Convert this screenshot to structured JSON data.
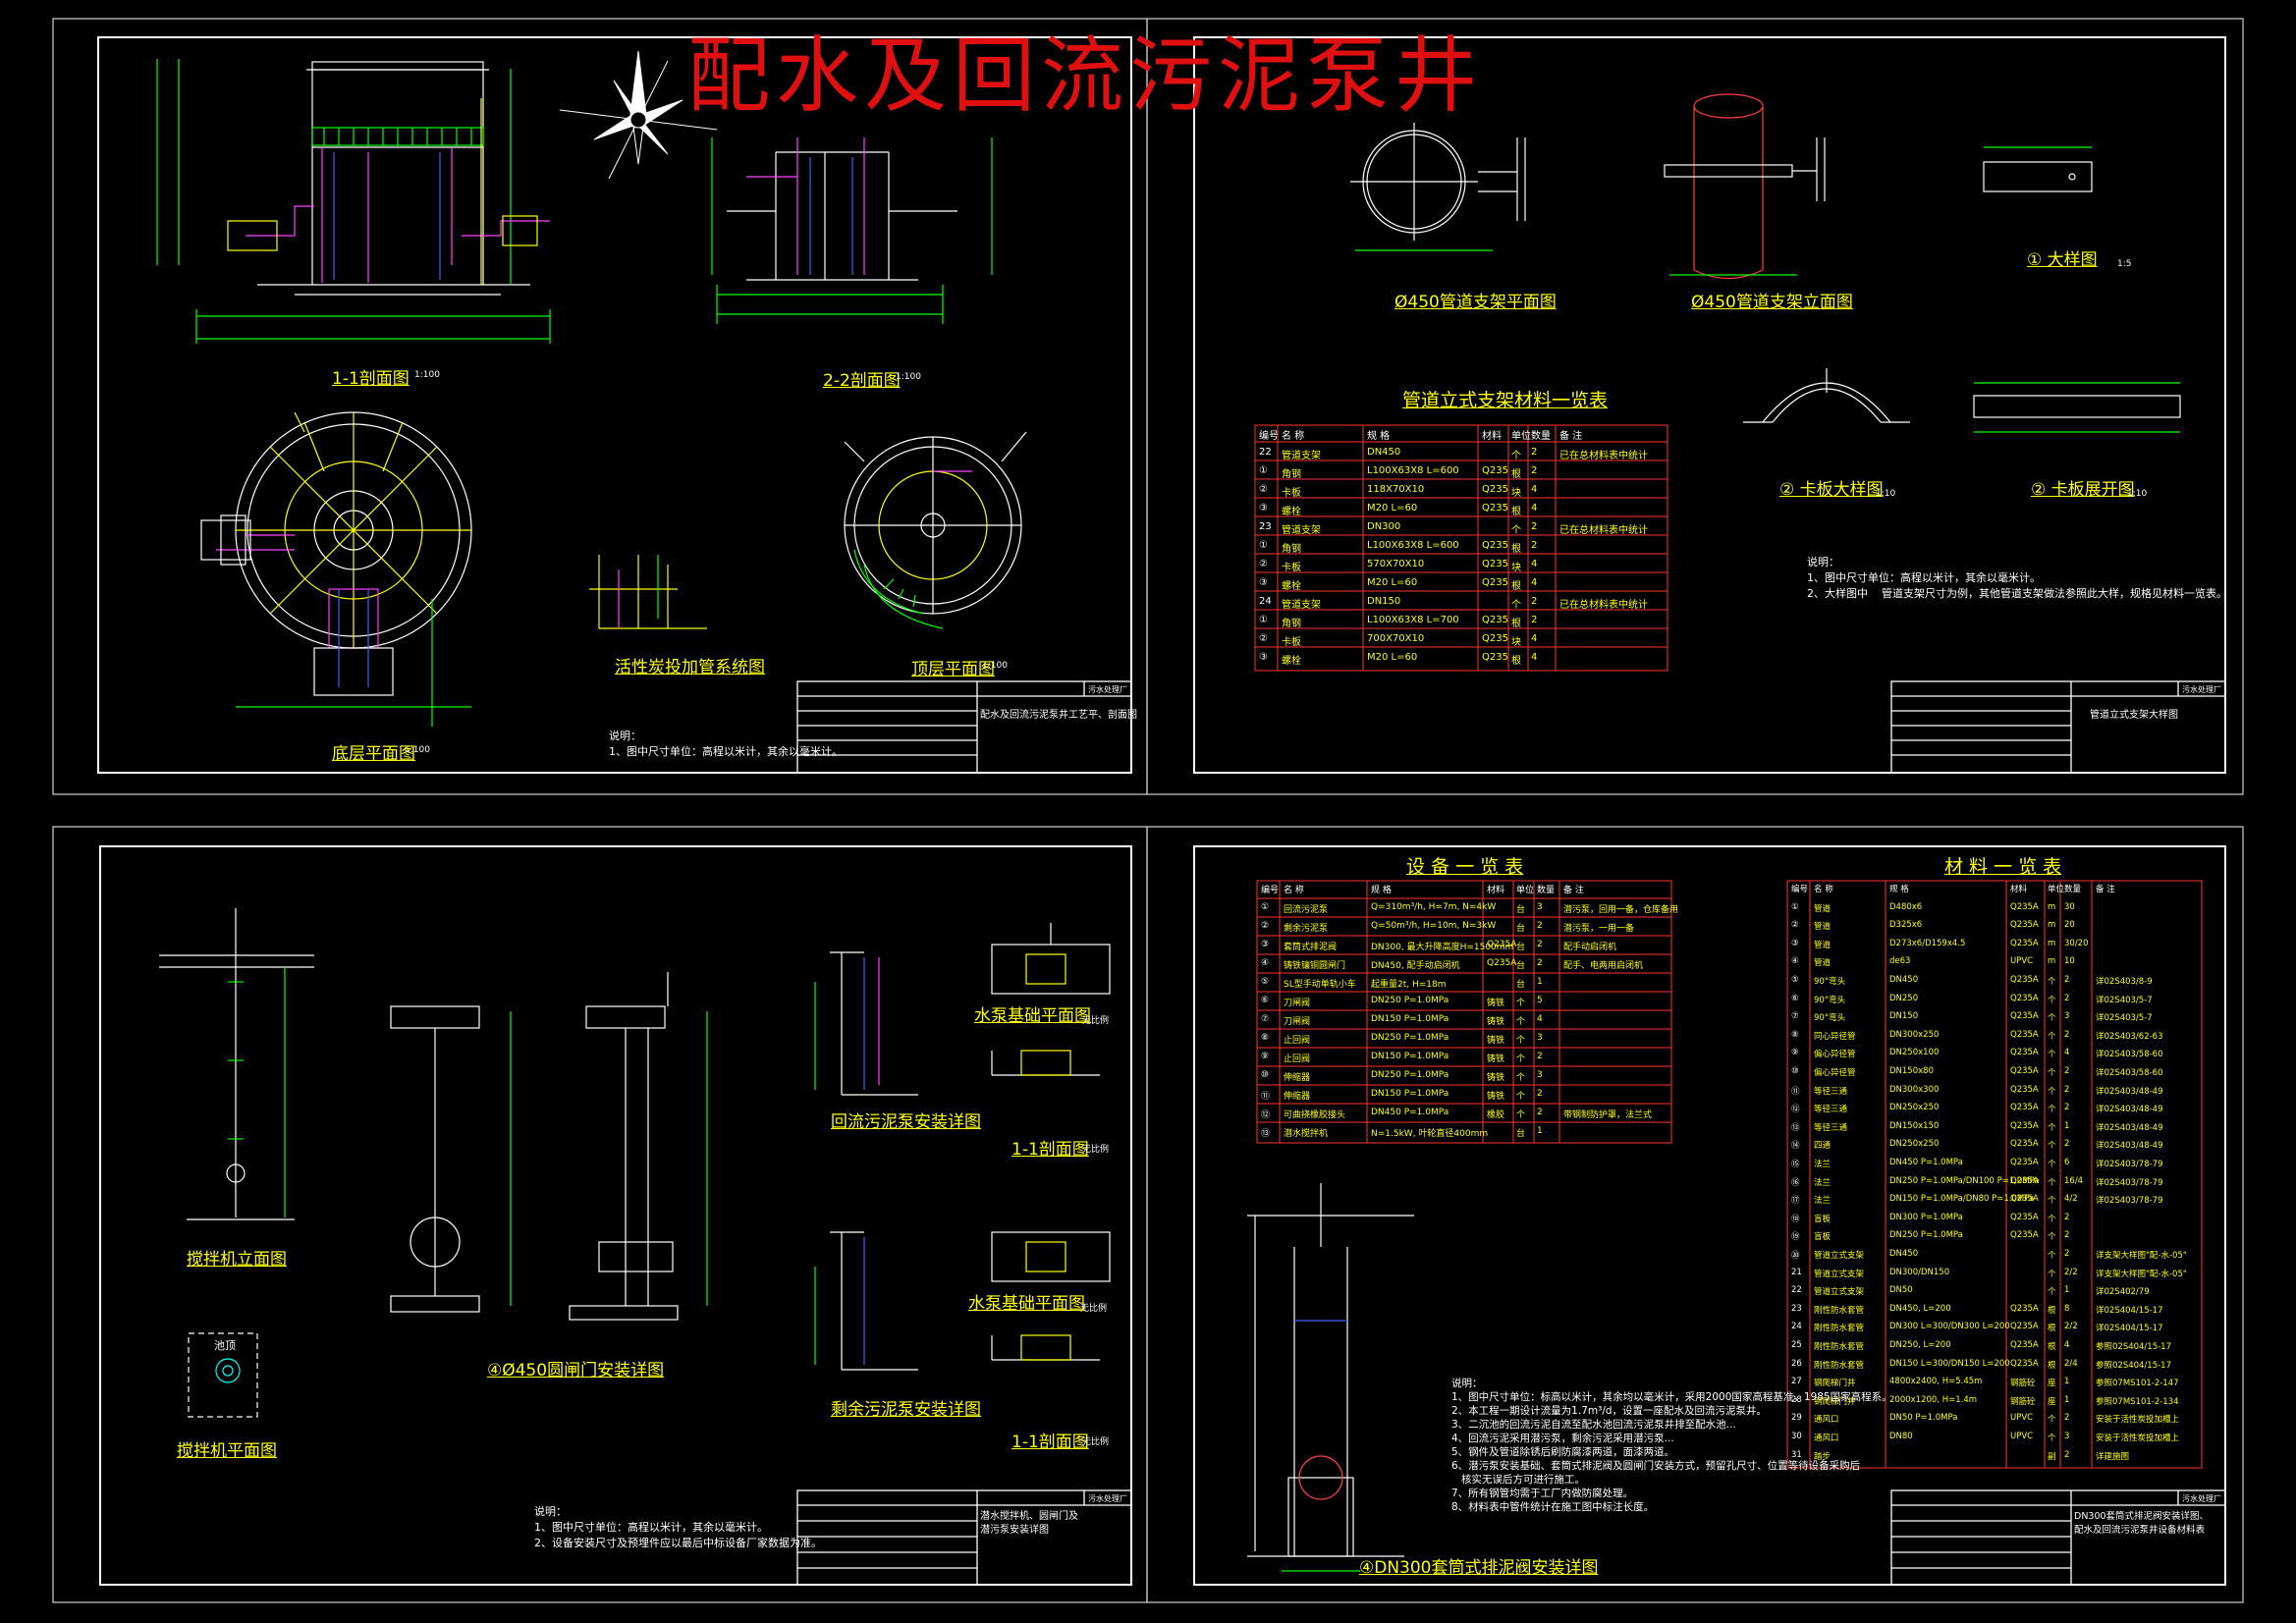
{
  "title": "配水及回流污泥泵井",
  "sheets": {
    "s1": {
      "captions": {
        "sec11": "1-1剖面图",
        "sec11_scale": "1:100",
        "sec22": "2-2剖面图",
        "sec22_scale": "1:100",
        "bottom_plan": "底层平面图",
        "bottom_plan_scale": "1:100",
        "carbon": "活性炭投加管系统图",
        "roof_plan": "顶层平面图",
        "roof_plan_scale": "1:100"
      },
      "notes": "说明：\n1、图中尺寸单位：高程以米计，其余以毫米计。",
      "titleblock": {
        "company": "污水处理厂",
        "name": "配水及回流污泥泵井工艺平、剖面图"
      }
    },
    "s2": {
      "captions": {
        "pipe_plan": "Ø450管道支架平面图",
        "pipe_elev": "Ø450管道支架立面图",
        "detail1": "① 大样图",
        "detail1_scale": "1:5",
        "clamp": "② 卡板大样图",
        "clamp_scale": "1:10",
        "clamp_unfold": "② 卡板展开图",
        "clamp_unfold_scale": "1:10"
      },
      "table_title": "管道立式支架材料一览表",
      "table_headers": [
        "编号",
        "名  称",
        "规    格",
        "材料",
        "单位",
        "数量",
        "备    注"
      ],
      "table_rows": [
        [
          "22",
          "管道支架",
          "DN450",
          "",
          "个",
          "2",
          "已在总材料表中统计"
        ],
        [
          "①",
          "角钢",
          "L100X63X8 L=600",
          "Q235",
          "根",
          "2",
          ""
        ],
        [
          "②",
          "卡板",
          "118X70X10",
          "Q235",
          "块",
          "4",
          ""
        ],
        [
          "③",
          "螺栓",
          "M20 L=60",
          "Q235",
          "根",
          "4",
          ""
        ],
        [
          "23",
          "管道支架",
          "DN300",
          "",
          "个",
          "2",
          "已在总材料表中统计"
        ],
        [
          "①",
          "角钢",
          "L100X63X8 L=600",
          "Q235",
          "根",
          "2",
          ""
        ],
        [
          "②",
          "卡板",
          "570X70X10",
          "Q235",
          "块",
          "4",
          ""
        ],
        [
          "③",
          "螺栓",
          "M20 L=60",
          "Q235",
          "根",
          "4",
          ""
        ],
        [
          "24",
          "管道支架",
          "DN150",
          "",
          "个",
          "2",
          "已在总材料表中统计"
        ],
        [
          "①",
          "角钢",
          "L100X63X8 L=700",
          "Q235",
          "根",
          "2",
          ""
        ],
        [
          "②",
          "卡板",
          "700X70X10",
          "Q235",
          "块",
          "4",
          ""
        ],
        [
          "③",
          "螺栓",
          "M20 L=60",
          "Q235",
          "根",
          "4",
          ""
        ]
      ],
      "notes": "说明：\n1、图中尺寸单位：高程以米计，其余以毫米计。\n2、大样图中    管道支架尺寸为例，其他管道支架做法参照此大样，规格见材料一览表。",
      "titleblock": {
        "company": "污水处理厂",
        "name": "管道立式支架大样图"
      }
    },
    "s3": {
      "captions": {
        "mixer_elev": "搅拌机立面图",
        "mixer_plan": "搅拌机平面图",
        "gate": "④Ø450圆闸门安装详图",
        "return_pump": "回流污泥泵安装详图",
        "pump_base1": "水泵基础平面图",
        "pump_base1_scale": "无比例",
        "sec_a": "1-1剖面图",
        "sec_a_scale": "无比例",
        "excess_pump": "剩余污泥泵安装详图",
        "pump_base2": "水泵基础平面图",
        "pump_base2_scale": "无比例",
        "sec_b": "1-1剖面图",
        "sec_b_scale": "无比例",
        "mixer_label": "池顶"
      },
      "notes": "说明：\n1、图中尺寸单位：高程以米计，其余以毫米计。\n2、设备安装尺寸及预埋件应以最后中标设备厂家数据为准。",
      "titleblock": {
        "company": "污水处理厂",
        "name": "潜水搅拌机、圆闸门及\n潜污泵安装详图"
      }
    },
    "s4": {
      "equip_title": "设 备 一 览 表",
      "equip_headers": [
        "编号",
        "名  称",
        "规    格",
        "材料",
        "单位",
        "数量",
        "备    注"
      ],
      "equip_rows": [
        [
          "①",
          "回流污泥泵",
          "Q=310m³/h, H=7m, N=4kW",
          "",
          "台",
          "3",
          "潜污泵，回用一备，仓库备用"
        ],
        [
          "②",
          "剩余污泥泵",
          "Q=50m³/h, H=10m, N=3kW",
          "",
          "台",
          "2",
          "潜污泵，一用一备"
        ],
        [
          "③",
          "套筒式排泥阀",
          "DN300, 最大升降高度H=1500mm",
          "Q235A",
          "台",
          "2",
          "配手动启闭机"
        ],
        [
          "④",
          "铸铁镶铜圆闸门",
          "DN450, 配手动启闭机",
          "Q235A",
          "台",
          "2",
          "配手、电两用启闭机"
        ],
        [
          "⑤",
          "SL型手动单轨小车",
          "起重量2t, H=18m",
          "",
          "台",
          "1",
          ""
        ],
        [
          "⑥",
          "刀闸阀",
          "DN250 P=1.0MPa",
          "铸铁",
          "个",
          "5",
          ""
        ],
        [
          "⑦",
          "刀闸阀",
          "DN150 P=1.0MPa",
          "铸铁",
          "个",
          "4",
          ""
        ],
        [
          "⑧",
          "止回阀",
          "DN250 P=1.0MPa",
          "铸铁",
          "个",
          "3",
          ""
        ],
        [
          "⑨",
          "止回阀",
          "DN150 P=1.0MPa",
          "铸铁",
          "个",
          "2",
          ""
        ],
        [
          "⑩",
          "伸缩器",
          "DN250 P=1.0MPa",
          "铸铁",
          "个",
          "3",
          ""
        ],
        [
          "⑪",
          "伸缩器",
          "DN150 P=1.0MPa",
          "铸铁",
          "个",
          "2",
          ""
        ],
        [
          "⑫",
          "可曲挠橡胶接头",
          "DN450 P=1.0MPa",
          "橡胶",
          "个",
          "2",
          "带钢制防护罩，法兰式"
        ],
        [
          "⑬",
          "潜水搅拌机",
          "N=1.5kW, 叶轮直径400mm",
          "",
          "台",
          "1",
          ""
        ]
      ],
      "mat_title": "材 料 一 览 表",
      "mat_headers": [
        "编号",
        "名  称",
        "规    格",
        "材料",
        "单位",
        "数量",
        "备    注"
      ],
      "mat_rows": [
        [
          "①",
          "管道",
          "D480x6",
          "Q235A",
          "m",
          "30",
          ""
        ],
        [
          "②",
          "管道",
          "D325x6",
          "Q235A",
          "m",
          "20",
          ""
        ],
        [
          "③",
          "管道",
          "D273x6/D159x4.5",
          "Q235A",
          "m",
          "30/20",
          ""
        ],
        [
          "④",
          "管道",
          "de63",
          "UPVC",
          "m",
          "10",
          ""
        ],
        [
          "⑤",
          "90°弯头",
          "DN450",
          "Q235A",
          "个",
          "2",
          "详02S403/8-9"
        ],
        [
          "⑥",
          "90°弯头",
          "DN250",
          "Q235A",
          "个",
          "2",
          "详02S403/5-7"
        ],
        [
          "⑦",
          "90°弯头",
          "DN150",
          "Q235A",
          "个",
          "3",
          "详02S403/5-7"
        ],
        [
          "⑧",
          "同心异径管",
          "DN300x250",
          "Q235A",
          "个",
          "2",
          "详02S403/62-63"
        ],
        [
          "⑨",
          "偏心异径管",
          "DN250x100",
          "Q235A",
          "个",
          "4",
          "详02S403/58-60"
        ],
        [
          "⑩",
          "偏心异径管",
          "DN150x80",
          "Q235A",
          "个",
          "2",
          "详02S403/58-60"
        ],
        [
          "⑪",
          "等径三通",
          "DN300x300",
          "Q235A",
          "个",
          "2",
          "详02S403/48-49"
        ],
        [
          "⑫",
          "等径三通",
          "DN250x250",
          "Q235A",
          "个",
          "2",
          "详02S403/48-49"
        ],
        [
          "⑬",
          "等径三通",
          "DN150x150",
          "Q235A",
          "个",
          "1",
          "详02S403/48-49"
        ],
        [
          "⑭",
          "四通",
          "DN250x250",
          "Q235A",
          "个",
          "2",
          "详02S403/48-49"
        ],
        [
          "⑮",
          "法兰",
          "DN450 P=1.0MPa",
          "Q235A",
          "个",
          "6",
          "详02S403/78-79"
        ],
        [
          "⑯",
          "法兰",
          "DN250 P=1.0MPa/DN100 P=1.0MPa",
          "Q235A",
          "个",
          "16/4",
          "详02S403/78-79"
        ],
        [
          "⑰",
          "法兰",
          "DN150 P=1.0MPa/DN80 P=1.0MPa",
          "Q235A",
          "个",
          "4/2",
          "详02S403/78-79"
        ],
        [
          "⑱",
          "盲板",
          "DN300 P=1.0MPa",
          "Q235A",
          "个",
          "2",
          ""
        ],
        [
          "⑲",
          "盲板",
          "DN250 P=1.0MPa",
          "Q235A",
          "个",
          "2",
          ""
        ],
        [
          "⑳",
          "管道立式支架",
          "DN450",
          "",
          "个",
          "2",
          "详支架大样图\"配-水-05\""
        ],
        [
          "21",
          "管道立式支架",
          "DN300/DN150",
          "",
          "个",
          "2/2",
          "详支架大样图\"配-水-05\""
        ],
        [
          "22",
          "管道立式支架",
          "DN50",
          "",
          "个",
          "1",
          "详02S402/79"
        ],
        [
          "23",
          "刚性防水套管",
          "DN450, L=200",
          "Q235A",
          "根",
          "8",
          "详02S404/15-17"
        ],
        [
          "24",
          "刚性防水套管",
          "DN300 L=300/DN300 L=200",
          "Q235A",
          "根",
          "2/2",
          "详02S404/15-17"
        ],
        [
          "25",
          "刚性防水套管",
          "DN250, L=200",
          "Q235A",
          "根",
          "4",
          "参照02S404/15-17"
        ],
        [
          "26",
          "刚性防水套管",
          "DN150 L=300/DN150 L=200",
          "Q235A",
          "根",
          "2/4",
          "参照02S404/15-17"
        ],
        [
          "27",
          "钢爬梯门井",
          "4800x2400, H=5.45m",
          "钢筋砼",
          "座",
          "1",
          "参照07MS101-2-147"
        ],
        [
          "28",
          "钢爬梯门井",
          "2000x1200, H=1.4m",
          "钢筋砼",
          "座",
          "1",
          "参照07MS101-2-134"
        ],
        [
          "29",
          "通风口",
          "DN50 P=1.0MPa",
          "UPVC",
          "个",
          "2",
          "安装于活性炭投加槽上"
        ],
        [
          "30",
          "通风口",
          "DN80",
          "UPVC",
          "个",
          "3",
          "安装于活性炭投加槽上"
        ],
        [
          "31",
          "踏步",
          "",
          "",
          "副",
          "2",
          "详建施图"
        ]
      ],
      "caption_valve": "④DN300套筒式排泥阀安装详图",
      "notes": "说明：\n1、图中尺寸单位：标高以米计，其余均以毫米计，采用2000国家高程基准，1985国家高程系。\n2、本工程一期设计流量为1.7m³/d，设置一座配水及回流污泥泵井。\n3、二沉池的回流污泥自流至配水池回流污泥泵井排至配水池...\n4、回流污泥采用潜污泵，剩余污泥采用潜污泵...\n5、钢件及管道除锈后刷防腐漆两道，面漆两道。\n6、潜污泵安装基础、套筒式排泥阀及圆闸门安装方式，预留孔尺寸、位置等待设备采购后\n   核实无误后方可进行施工。\n7、所有钢管均需于工厂内做防腐处理。\n8、材料表中管件统计在施工图中标注长度。",
      "titleblock": {
        "company": "污水处理厂",
        "name": "DN300套筒式排泥阀安装详图、\n配水及回流污泥泵井设备材料表"
      }
    }
  }
}
